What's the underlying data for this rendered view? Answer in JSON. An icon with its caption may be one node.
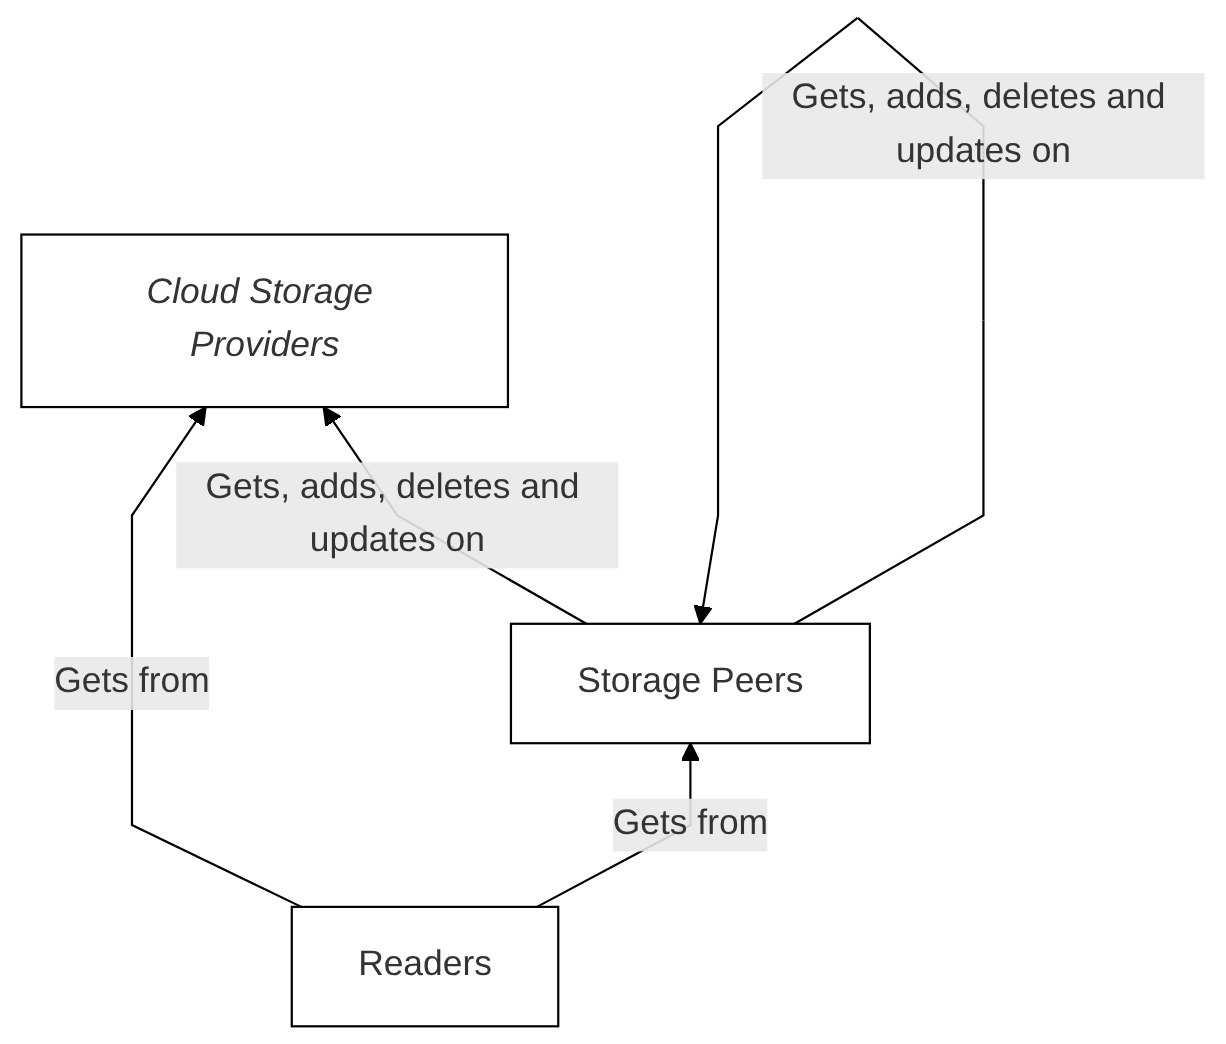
{
  "diagram": {
    "nodes": [
      {
        "text": [
          "Cloud Storage Providers"
        ]
      },
      {
        "text": [
          "Storage Peers"
        ]
      },
      {
        "text": [
          "Readers"
        ]
      }
    ],
    "edges": [
      {
        "from": 1,
        "to": 0,
        "arrow": "to",
        "label": "Gets, adds, deletes and updates on"
      },
      {
        "from": 1,
        "to": 1,
        "arrow": "to",
        "label": "Gets, adds, deletes and updates on"
      },
      {
        "from": 2,
        "to": 1,
        "arrow": "to",
        "label": "Gets from"
      },
      {
        "from": 2,
        "to": 0,
        "arrow": "to",
        "label": "Gets from"
      }
    ]
  }
}
